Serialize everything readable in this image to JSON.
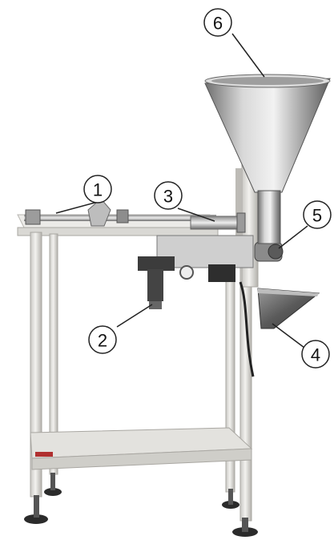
{
  "callouts": [
    {
      "label": "1"
    },
    {
      "label": "2"
    },
    {
      "label": "3"
    },
    {
      "label": "4"
    },
    {
      "label": "5"
    },
    {
      "label": "6"
    }
  ],
  "colors": {
    "frame": "#e7e6e3",
    "frame_shadow": "#b9b7b2",
    "steel_light": "#e9e9e9",
    "steel_mid": "#a9a9a9",
    "steel_dark": "#6f6f6f",
    "foot": "#2b2b2b",
    "callout_stroke": "#222222"
  }
}
